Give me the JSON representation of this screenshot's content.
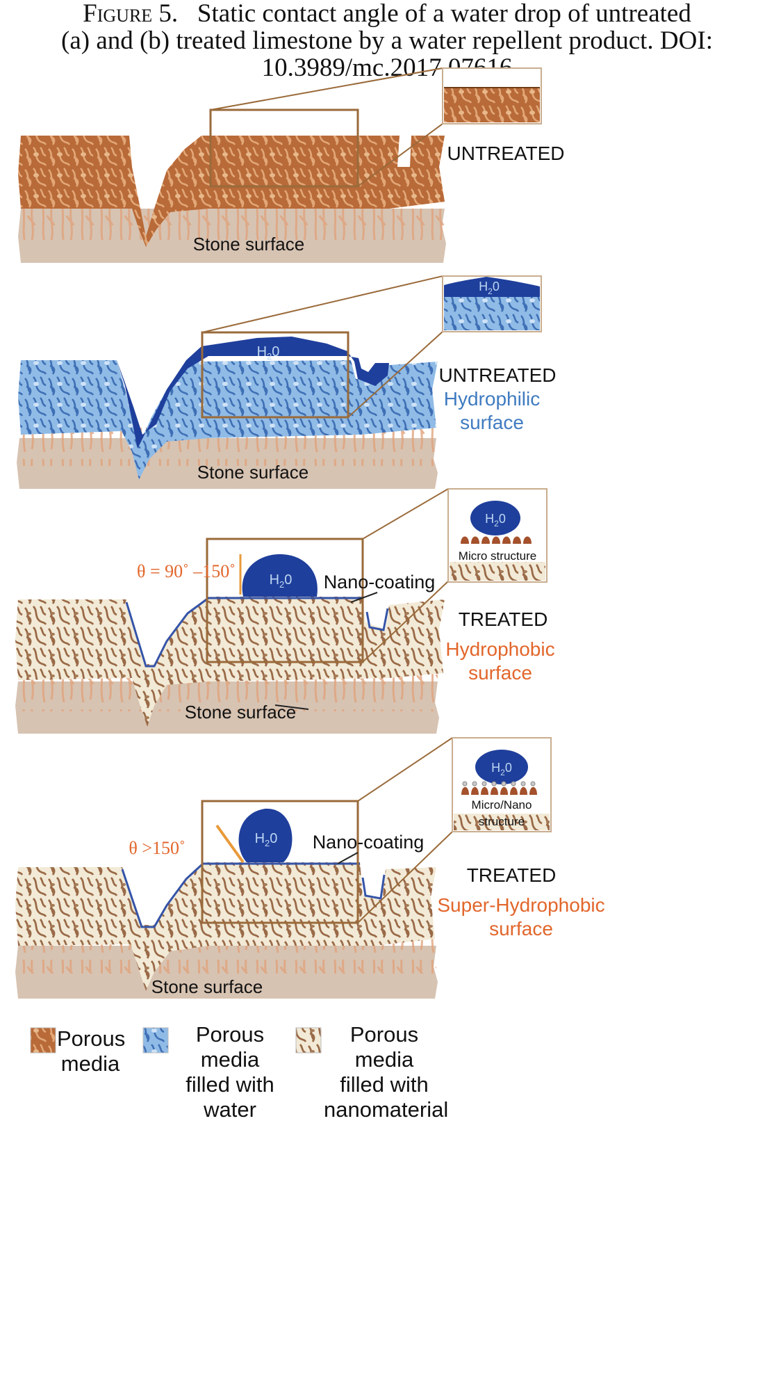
{
  "caption": {
    "label": "Figure 5.",
    "text_line1": "Static contact angle of a water drop of untreated",
    "text_line2": "(a) and (b) treated limestone by a water repellent product. DOI:",
    "text_line3": "10.3989/mc.2017.07616"
  },
  "panels": [
    {
      "state": "UNTREATED",
      "surface_label": "Stone surface"
    },
    {
      "state": "UNTREATED",
      "property_line1": "Hydrophilic",
      "property_line2": "surface",
      "surface_label": "Stone surface",
      "water_label": "H",
      "water_sub": "2",
      "water_tail": "0"
    },
    {
      "state": "TREATED",
      "property_line1": "Hydrophobic",
      "property_line2": "surface",
      "surface_label": "Stone surface",
      "angle_label": "θ = 90˚ –150˚",
      "coating_label": "Nano-coating",
      "inset_label": "Micro structure",
      "water_label": "H",
      "water_sub": "2",
      "water_tail": "0"
    },
    {
      "state": "TREATED",
      "property_line1": "Super-Hydrophobic",
      "property_line2": "surface",
      "surface_label": "Stone surface",
      "angle_label": "θ >150˚",
      "coating_label": "Nano-coating",
      "inset_label_line1": "Micro/Nano",
      "inset_label_line2": "structure",
      "water_label": "H",
      "water_sub": "2",
      "water_tail": "0"
    }
  ],
  "legend": [
    {
      "line1": "Porous",
      "line2": "media",
      "line3": ""
    },
    {
      "line1": "Porous media",
      "line2": "filled with",
      "line3": "water"
    },
    {
      "line1": "Porous media",
      "line2": "filled with",
      "line3": "nanomaterial"
    }
  ],
  "colors": {
    "stone": "#d7c3b2",
    "porous": "#c0733f",
    "water_light": "#8fbbe6",
    "water_dark": "#1f3f9c",
    "nano": "#eee5cf",
    "frame": "#9a6a3a",
    "hydrophilic_text": "#3f7bc0",
    "hydrophobic_text": "#e2662b"
  }
}
